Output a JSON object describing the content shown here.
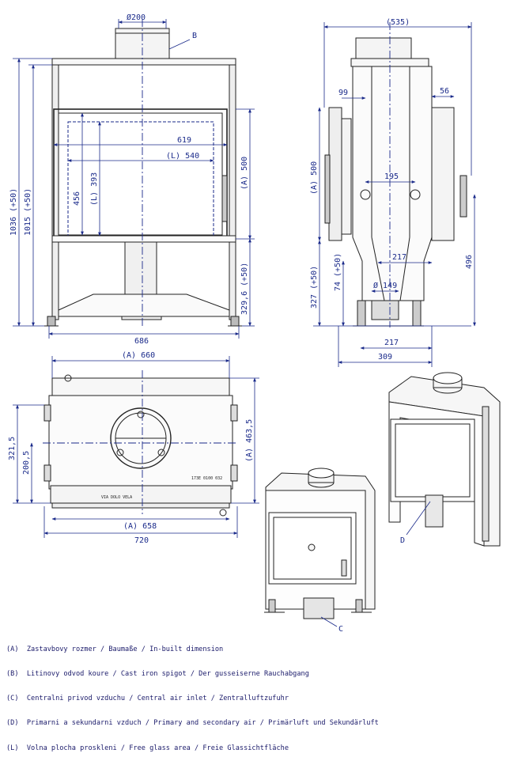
{
  "front_view": {
    "spigot_dim": "Ø200",
    "label_b": "B",
    "dim_height_total": "1036 (+50)",
    "dim_height_inner": "1015 (+50)",
    "dim_619": "619",
    "dim_glass_width": "(L) 540",
    "dim_456": "456",
    "dim_glass_height": "(L) 393",
    "dim_a_500": "(A) 500",
    "dim_329": "329,6 (+50)",
    "dim_width": "686"
  },
  "side_view": {
    "dim_depth": "(535)",
    "dim_99": "99",
    "dim_56": "56",
    "dim_a_500": "(A) 500",
    "dim_195": "195",
    "dim_217_top": "217",
    "dim_496": "496",
    "dim_327": "327 (+50)",
    "dim_74": "74 (+50)",
    "dim_149": "Ø 149",
    "dim_217_bottom": "217",
    "dim_309": "309"
  },
  "top_view": {
    "dim_a_660": "(A) 660",
    "dim_321": "321,5",
    "dim_200": "200,5",
    "dim_a_463": "(A) 463,5",
    "dim_a_658": "(A) 658",
    "dim_720": "720",
    "plate_text_1": "173E 0100 032",
    "plate_text_2": "VIA DOLO VELA"
  },
  "iso_views": {
    "label_d": "D",
    "label_c": "C"
  },
  "legend": [
    "(A)  Zastavbovy rozmer / Baumaße / In-built dimension",
    "(B)  Litinovy odvod koure / Cast iron spigot / Der gusseiserne Rauchabgang",
    "(C)  Centralni privod vzduchu / Central air inlet / Zentralluftzufuhr",
    "(D)  Primarni a sekundarni vzduch / Primary and secondary air / Primärluft und Sekundärluft",
    "(L)  Volna plocha proskleni / Free glass area / Freie Glassichtfläche"
  ]
}
